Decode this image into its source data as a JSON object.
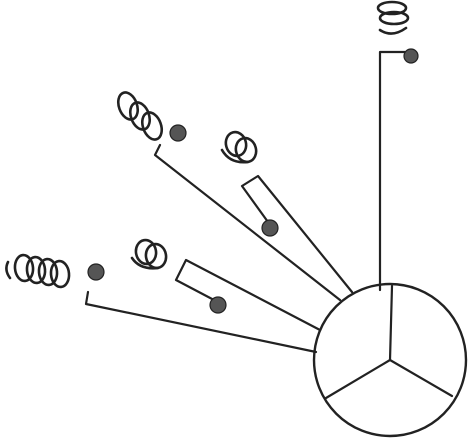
{
  "diagram": {
    "hub_sectors": 3,
    "arms": [
      {
        "id": "arm-1",
        "shape": "line",
        "coil_turns": 2,
        "coil_icon": "spring-icon"
      },
      {
        "id": "arm-2",
        "shape": "line",
        "coil_turns": 3,
        "coil_icon": "spring-icon"
      },
      {
        "id": "arm-3",
        "shape": "loop",
        "coil_turns": 2,
        "coil_icon": "spring-icon"
      },
      {
        "id": "arm-4",
        "shape": "loop",
        "coil_turns": 2,
        "coil_icon": "spring-icon"
      },
      {
        "id": "arm-5",
        "shape": "line",
        "coil_turns": 4,
        "coil_icon": "spring-icon"
      }
    ]
  }
}
